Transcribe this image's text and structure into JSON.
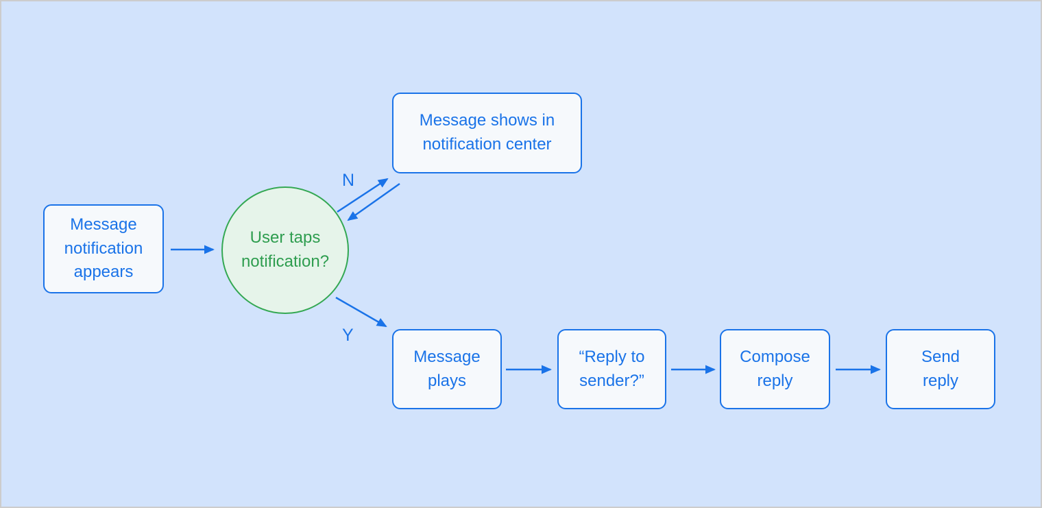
{
  "colors": {
    "background": "#d2e3fc",
    "canvas_border": "#cccccc",
    "process_fill": "#f6f9fc",
    "process_border": "#1a73e8",
    "process_text": "#1a73e8",
    "decision_fill": "#e6f4ea",
    "decision_border": "#34a853",
    "decision_text": "#2e9d4f",
    "arrow": "#1a73e8"
  },
  "nodes": {
    "message_notification_appears": {
      "label": "Message\nnotification\nappears"
    },
    "user_taps_notification": {
      "label": "User taps\nnotification?"
    },
    "message_shows_in_notification_center": {
      "label": "Message shows in\nnotification center"
    },
    "message_plays": {
      "label": "Message\nplays"
    },
    "reply_to_sender": {
      "label": "“Reply to\nsender?”"
    },
    "compose_reply": {
      "label": "Compose\nreply"
    },
    "send_reply": {
      "label": "Send\nreply"
    }
  },
  "edge_labels": {
    "no": "N",
    "yes": "Y"
  }
}
